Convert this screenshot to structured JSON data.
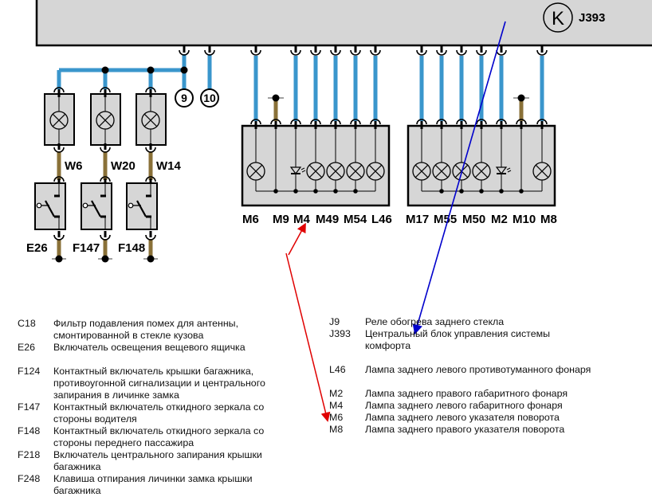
{
  "control_unit": {
    "code": "J393",
    "symbol": "K"
  },
  "pins": [
    "9",
    "10"
  ],
  "colors": {
    "wire_blue": "#3a96cc",
    "wire_brown": "#8a7138",
    "box_fill": "#d6d6d6",
    "annotation_red": "#e00000",
    "annotation_blue": "#0000cc"
  },
  "left_components": [
    {
      "connector": "W6",
      "switch": "E26"
    },
    {
      "connector": "W20",
      "switch": "F147"
    },
    {
      "connector": "W14",
      "switch": "F148"
    }
  ],
  "left_lamp_group": {
    "labels": [
      "M6",
      "M9",
      "M4",
      "M49",
      "M54",
      "L46"
    ],
    "elements": [
      "lamp",
      "none",
      "led",
      "lamp",
      "lamp",
      "lamp",
      "lamp"
    ]
  },
  "right_lamp_group": {
    "labels": [
      "M17",
      "M55",
      "M50",
      "M2",
      "M10",
      "M8"
    ],
    "elements": [
      "lamp",
      "lamp",
      "lamp",
      "lamp",
      "led",
      "none",
      "lamp"
    ]
  },
  "legend_left": [
    {
      "code": "C18",
      "desc": "Фильтр подавления помех для антенны, смонтированной в стекле кузова"
    },
    {
      "code": "E26",
      "desc": "Включатель освещения вещевого ящичка"
    },
    {
      "gap": true
    },
    {
      "code": "F124",
      "desc": "Контактный включатель крышки багажника, противоугонной сигнализации и центрального запирания в личинке замка"
    },
    {
      "code": "F147",
      "desc": "Контактный включатель откидного зеркала со стороны водителя"
    },
    {
      "code": "F148",
      "desc": "Контактный включатель откидного зеркала со стороны переднего пассажира"
    },
    {
      "code": "F218",
      "desc": "Включатель центрального запирания крышки багажника"
    },
    {
      "code": "F248",
      "desc": "Клавиша отпирания личинки замка крышки багажника"
    }
  ],
  "legend_right": [
    {
      "code": "J9",
      "desc": "Реле обогрева заднего стекла"
    },
    {
      "code": "J393",
      "desc": "Центральный блок управления системы комфорта"
    },
    {
      "gap": true
    },
    {
      "code": "L46",
      "desc": "Лампа заднего левого противотуманного фонаря"
    },
    {
      "gap": true
    },
    {
      "code": "M2",
      "desc": "Лампа заднего правого габаритного фонаря"
    },
    {
      "code": "M4",
      "desc": "Лампа заднего левого габаритного фонаря"
    },
    {
      "code": "M6",
      "desc": "Лампа заднего левого указателя поворота"
    },
    {
      "code": "M8",
      "desc": "Лампа заднего правого указателя поворота"
    }
  ]
}
